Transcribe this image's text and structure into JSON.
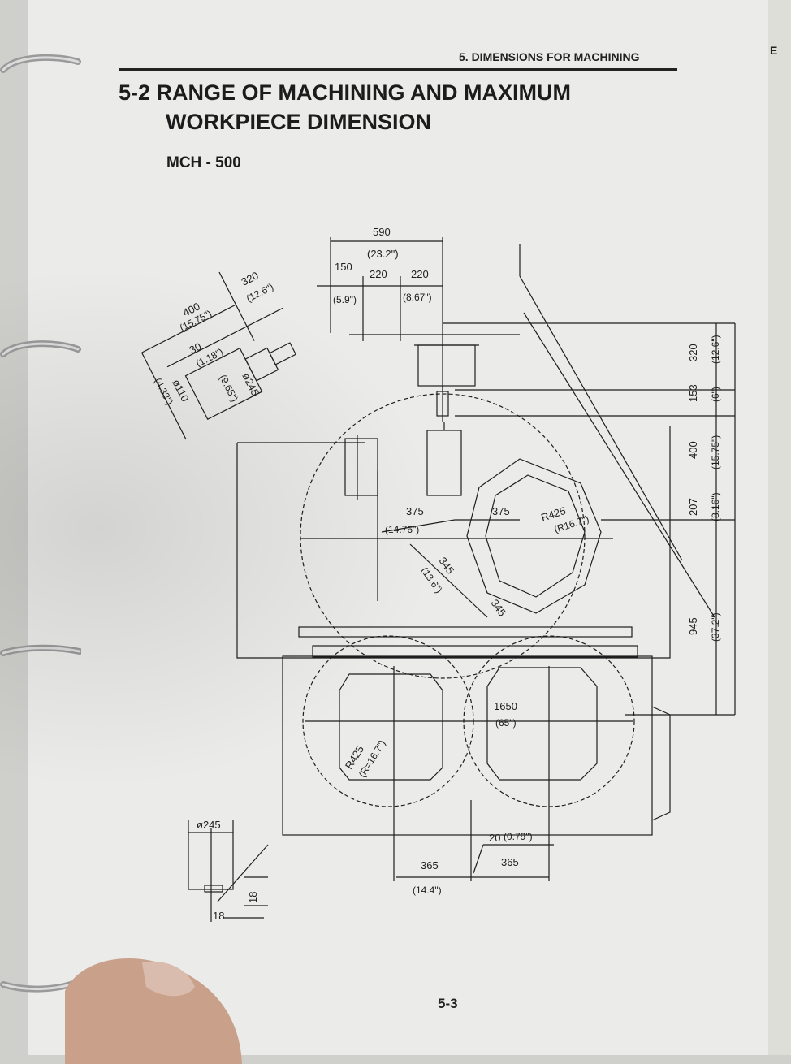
{
  "header": {
    "section": "5. DIMENSIONS FOR MACHINING",
    "edge_letter": "E"
  },
  "title": {
    "line1": "5-2 RANGE OF MACHINING AND MAXIMUM",
    "line2": "WORKPIECE DIMENSION"
  },
  "model": "MCH - 500",
  "page_number": "5-3",
  "drawing": {
    "top": {
      "d590": "590",
      "d590_in": "(23.2\")",
      "d150": "150",
      "d150_in": "(5.9\")",
      "d220a": "220",
      "d220b": "220",
      "d220_in": "(8.67\")"
    },
    "tool": {
      "d400": "400",
      "d400_in": "(15.75\")",
      "d320": "320",
      "d320_in": "(12.6\")",
      "d30": "30",
      "d30_in": "(1.18\")",
      "d110": "ø110",
      "d110_in": "(4.33\")",
      "d245": "ø245",
      "d245_in": "(9.65\")"
    },
    "right": {
      "d320": "320",
      "d320_in": "(12.6\")",
      "d153": "153",
      "d153_in": "(6\")",
      "d400": "400",
      "d400_in": "(15.75\")",
      "d207": "207",
      "d207_in": "(8.16\")",
      "d945": "945",
      "d945_in": "(37.2\")"
    },
    "table": {
      "d375a": "375",
      "d375_in": "(14.76\")",
      "d375b": "375",
      "r425": "R425",
      "r425_in": "(R16.7\")",
      "d345": "345",
      "d345_in": "(13.6\")",
      "d345b": "345"
    },
    "pallet": {
      "d1650": "1650",
      "d1650_in": "(65\")",
      "r425": "R425",
      "r425_in": "(R=16.7\")",
      "d20": "20",
      "d20_in": "(0.79\")",
      "d365a": "365",
      "d365_in": "(14.4\")",
      "d365b": "365"
    },
    "holder": {
      "d245": "ø245",
      "d18a": "18",
      "d18b": "18"
    }
  },
  "colors": {
    "paper": "#ebebea",
    "ink": "#1e1e1e",
    "background": "#cfcfcb"
  }
}
